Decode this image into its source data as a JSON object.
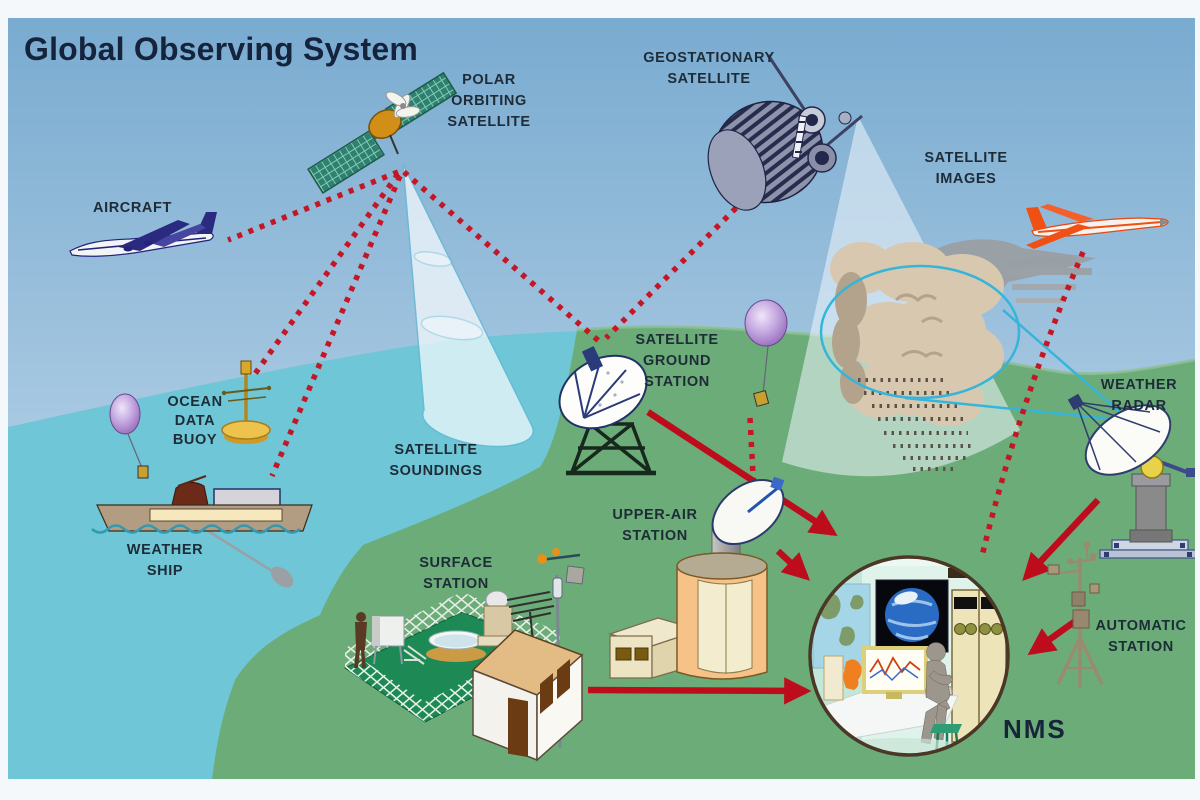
{
  "title": "Global Observing System",
  "labels": {
    "polar_orbiting_satellite": "POLAR\nORBITING\nSATELLITE",
    "geostationary_satellite": "GEOSTATIONARY\nSATELLITE",
    "satellite_images": "SATELLITE\nIMAGES",
    "aircraft": "AIRCRAFT",
    "ocean_data_buoy": "OCEAN\nDATA\nBUOY",
    "satellite_soundings": "SATELLITE\nSOUNDINGS",
    "satellite_ground_station": "SATELLITE\nGROUND\nSTATION",
    "weather_ship": "WEATHER\nSHIP",
    "upper_air_station": "UPPER-AIR\nSTATION",
    "surface_station": "SURFACE\nSTATION",
    "weather_radar": "WEATHER\nRADAR",
    "automatic_station": "AUTOMATIC\nSTATION",
    "nms": "NMS"
  },
  "colors": {
    "sky_top": "#79abd0",
    "sky_bottom": "#d3e5f0",
    "sea": "#6ec6d7",
    "land": "#6cac78",
    "dashed_link_red": "#c41625",
    "arrow_red": "#bd0d1d",
    "beam_edge_cyan": "#62b8d6",
    "radar_scan_cyan": "#35b5da",
    "balloon_purple": "#9a6ab8",
    "cloud_tan": "#d8c8b0",
    "label_text": "#1e2c38",
    "title_text": "#15233d"
  }
}
